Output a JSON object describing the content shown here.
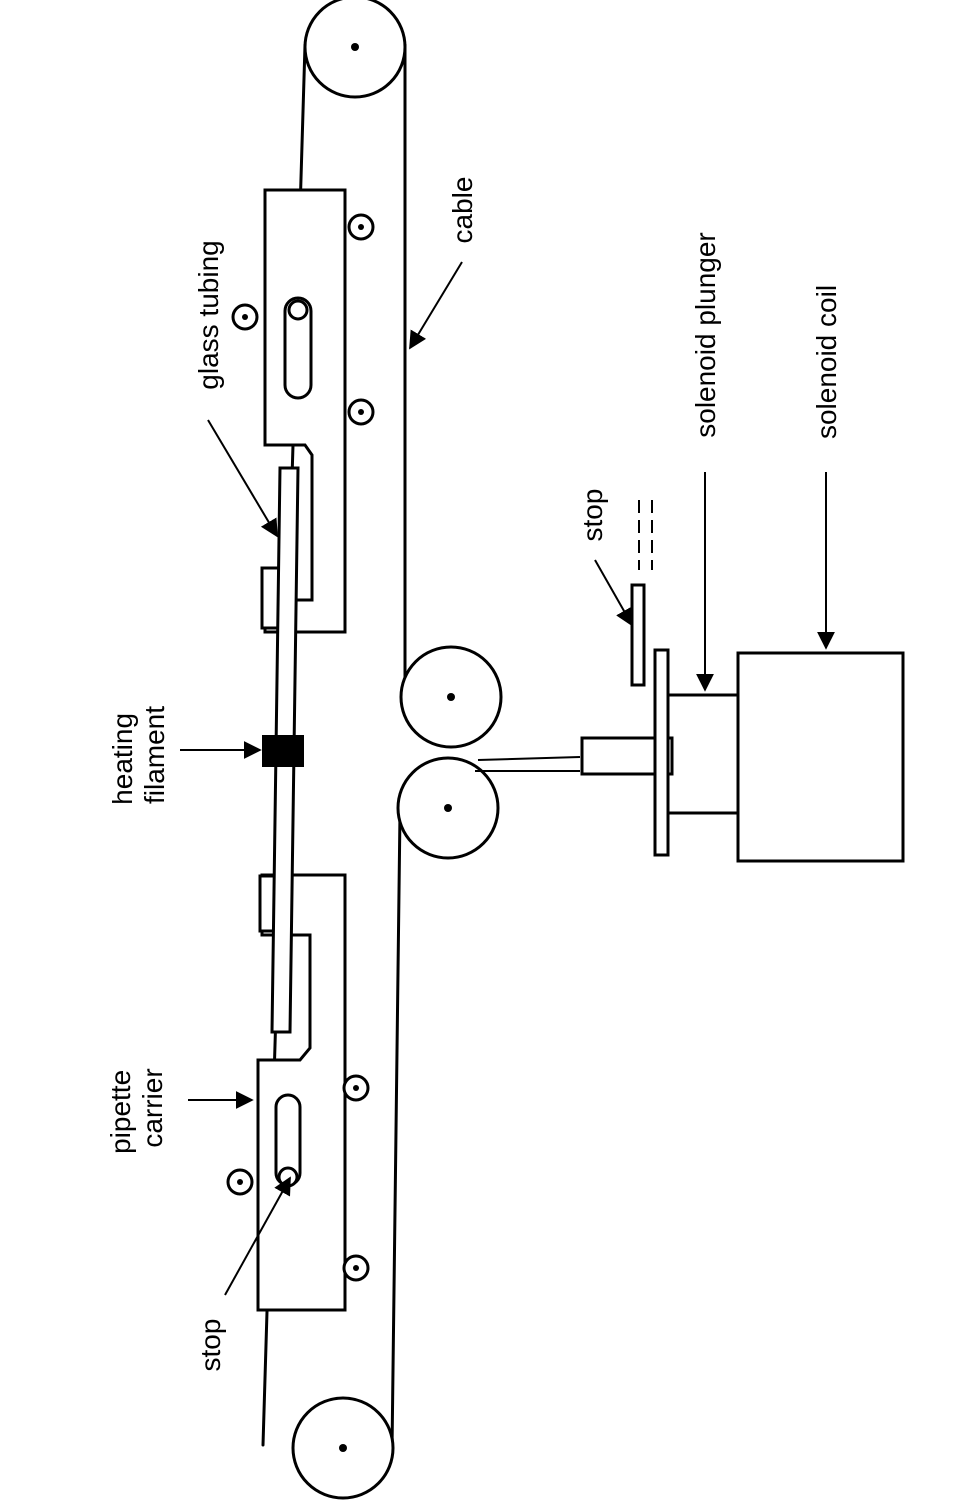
{
  "labels": {
    "glass_tubing": "glass tubing",
    "cable": "cable",
    "heating_filament": [
      "heating",
      "filament"
    ],
    "pipette_carrier": [
      "pipette",
      "carrier"
    ],
    "stop_lower": "stop",
    "stop_upper": "stop",
    "solenoid_plunger": "solenoid plunger",
    "solenoid_coil": "solenoid coil"
  },
  "colors": {
    "ink": "#000000",
    "paper": "#ffffff"
  }
}
